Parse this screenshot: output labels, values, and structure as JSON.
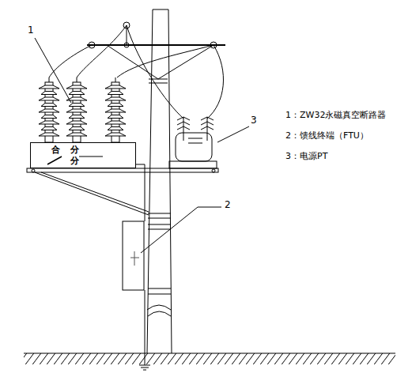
{
  "diagram": {
    "nodes": [
      {
        "text": [
          "合",
          "分",
          "分"
        ]
      }
    ],
    "edges": [],
    "labels": [
      "1",
      "2",
      "3",
      "1：ZW32永磁真空断路器",
      "2：馈线终端（FTU）",
      "3：电源PT"
    ]
  }
}
